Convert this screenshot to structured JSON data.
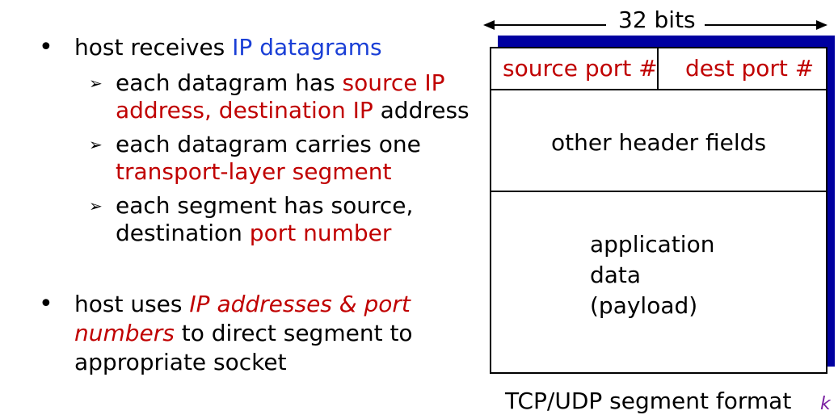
{
  "bullets": {
    "b1": {
      "prefix": "host receives ",
      "highlight": "IP datagrams",
      "subs": [
        {
          "a": "each datagram has ",
          "b": "source IP",
          "c": "address, destination IP",
          "d": " address"
        },
        {
          "a": "each datagram carries one",
          "b": "transport-layer segment"
        },
        {
          "a": "each segment has source,",
          "b": "destination ",
          "c": "port number"
        }
      ]
    },
    "b2": {
      "prefix": "host uses ",
      "italic1": "IP addresses & port",
      "italic2": "numbers",
      "rest1": " to direct segment to",
      "rest2": "appropriate socket"
    }
  },
  "diagram": {
    "bits_label": "32 bits",
    "source_port": "source port #",
    "dest_port": "dest port #",
    "other_fields": "other header fields",
    "payload": [
      "application",
      "data",
      "(payload)"
    ],
    "caption": "TCP/UDP segment format"
  },
  "colors": {
    "red": "#c00000",
    "blue": "#1a3fd6",
    "shadow": "#0000a0"
  }
}
